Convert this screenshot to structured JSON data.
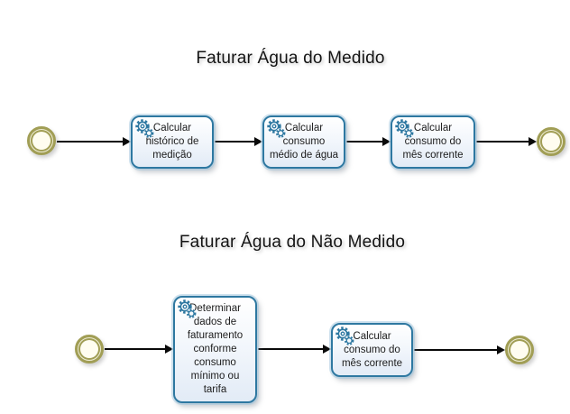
{
  "diagram": {
    "kind": "bpmn-process-diagram",
    "background_color": "#ffffff",
    "colors": {
      "task_border": "#2e78a1",
      "task_fill_bottom": "#e2ebf6",
      "event_ring": "#a19e55",
      "event_fill": "#fffdf0",
      "flow_line": "#0a0a0a",
      "text": "#1c1c1c"
    },
    "processes": [
      {
        "title": "Faturar Água do Medido",
        "start_event": "start-event",
        "end_event": "end-event",
        "tasks": [
          {
            "icon": "service-gears-icon",
            "label": "Calcular\nhistórico de\nmedição"
          },
          {
            "icon": "service-gears-icon",
            "label": "Calcular\nconsumo\nmédio de água"
          },
          {
            "icon": "service-gears-icon",
            "label": "Calcular\nconsumo do\nmês corrente"
          }
        ]
      },
      {
        "title": "Faturar Água do Não Medido",
        "start_event": "start-event",
        "end_event": "end-event",
        "tasks": [
          {
            "icon": "service-gears-icon",
            "label": "Determinar\ndados de\nfaturamento\nconforme\nconsumo\nmínimo ou\ntarifa"
          },
          {
            "icon": "service-gears-icon",
            "label": "Calcular\nconsumo do\nmês corrente"
          }
        ]
      }
    ]
  }
}
